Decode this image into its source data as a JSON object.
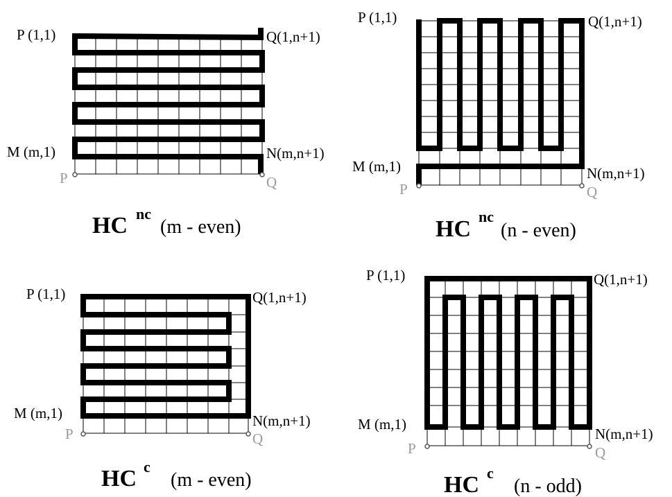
{
  "panels": [
    {
      "id": "tl",
      "corner_labels": {
        "P": "P (1,1)",
        "Q": "Q(1,n+1)",
        "M": "M (m,1)",
        "N": "N(m,n+1)"
      },
      "ghost_labels": {
        "P": "P",
        "Q": "Q"
      },
      "caption": {
        "main": "HC",
        "sup": "nc",
        "rest": "(m - even)"
      }
    },
    {
      "id": "tr",
      "corner_labels": {
        "P": "P (1,1)",
        "Q": "Q(1,n+1)",
        "M": "M (m,1)",
        "N": "N(m,n+1)"
      },
      "ghost_labels": {
        "P": "P",
        "Q": "Q"
      },
      "caption": {
        "main": "HC",
        "sup": "nc",
        "rest": "(n - even)"
      }
    },
    {
      "id": "bl",
      "corner_labels": {
        "P": "P (1,1)",
        "Q": "Q(1,n+1)",
        "M": "M (m,1)",
        "N": "N(m,n+1)"
      },
      "ghost_labels": {
        "P": "P",
        "Q": "Q"
      },
      "caption": {
        "main": "HC",
        "sup": "c",
        "rest": "(m - even)"
      }
    },
    {
      "id": "br",
      "corner_labels": {
        "P": "P (1,1)",
        "Q": "Q(1,n+1)",
        "M": "M (m,1)",
        "N": "N(m,n+1)"
      },
      "ghost_labels": {
        "P": "P",
        "Q": "Q"
      },
      "caption": {
        "main": "HC",
        "sup": "c",
        "rest": "(n - odd)"
      }
    }
  ]
}
